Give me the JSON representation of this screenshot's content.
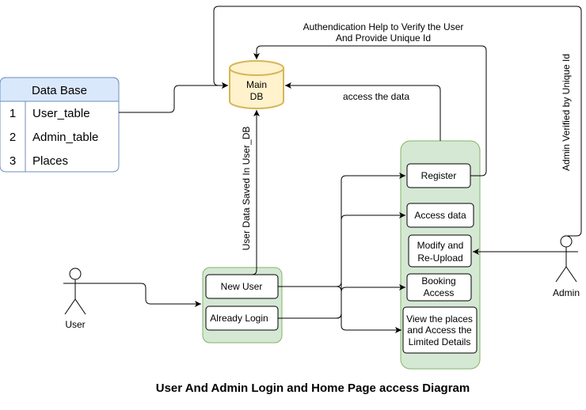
{
  "database_table": {
    "title": "Data Base",
    "rows": [
      {
        "num": "1",
        "name": "User_table"
      },
      {
        "num": "2",
        "name": "Admin_table"
      },
      {
        "num": "3",
        "name": "Places"
      }
    ]
  },
  "main_db": {
    "line1": "Main",
    "line2": "DB"
  },
  "actors": {
    "user": "User",
    "admin": "Admin"
  },
  "login_box": {
    "new_user": "New User",
    "already_login": "Already Login"
  },
  "home_box": {
    "register": "Register",
    "access_data": "Access data",
    "modify_line1": "Modify and",
    "modify_line2": "Re-Upload",
    "booking_line1": "Booking",
    "booking_line2": "Access",
    "view_line1": "View the places",
    "view_line2": "and Access the",
    "view_line3": "Limited Details"
  },
  "edge_labels": {
    "auth_line1": "Authendication Help to Verify the User",
    "auth_line2": "And Provide Unique Id",
    "access_the_data": "access the data",
    "user_data_saved": "User Data Saved In User_DB",
    "admin_verified": "Admin Verified by Unique Id"
  },
  "caption": "User And Admin Login and Home Page access Diagram",
  "colors": {
    "table_header_fill": "#dae8fc",
    "table_border": "#6c8ebf",
    "db_fill": "#fff2cc",
    "db_border": "#d6b656",
    "group_fill": "#d5e8d4",
    "group_border": "#82b366"
  }
}
